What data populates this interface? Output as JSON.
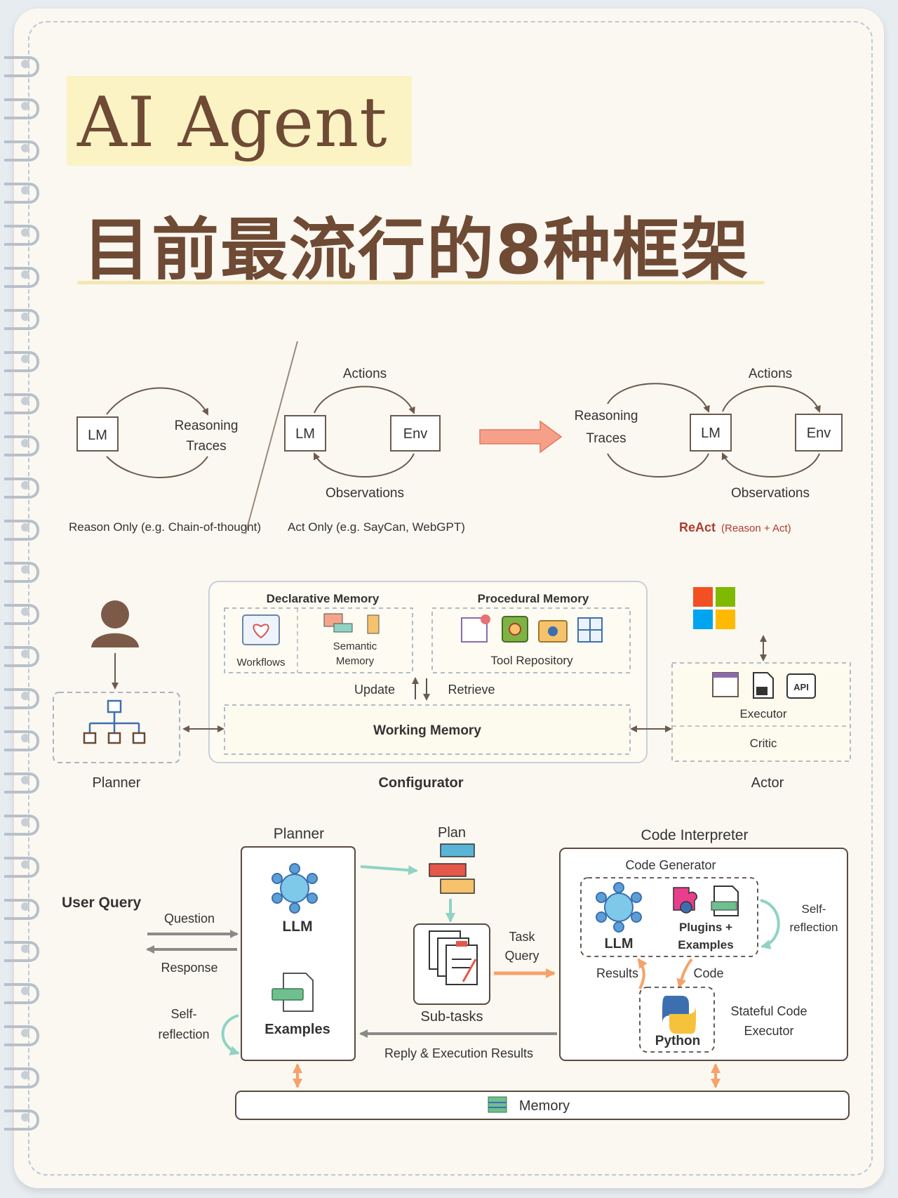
{
  "header": {
    "title": "AI Agent",
    "subtitle": "目前最流行的8种框架"
  },
  "react_section": {
    "reason_only": {
      "lm": "LM",
      "traces_line1": "Reasoning",
      "traces_line2": "Traces",
      "caption": "Reason Only (e.g. Chain-of-thought)"
    },
    "act_only": {
      "lm": "LM",
      "env": "Env",
      "actions": "Actions",
      "observations": "Observations",
      "caption": "Act Only (e.g. SayCan, WebGPT)"
    },
    "react": {
      "traces_line1": "Reasoning",
      "traces_line2": "Traces",
      "lm": "LM",
      "env": "Env",
      "actions": "Actions",
      "observations": "Observations",
      "caption_main": "ReAct",
      "caption_sub": "(Reason + Act)"
    }
  },
  "configurator_section": {
    "planner_label": "Planner",
    "configurator_label": "Configurator",
    "actor_label": "Actor",
    "declarative_memory": "Declarative Memory",
    "procedural_memory": "Procedural Memory",
    "workflows": "Workflows",
    "semantic_line1": "Semantic",
    "semantic_line2": "Memory",
    "tool_repository": "Tool Repository",
    "update": "Update",
    "retrieve": "Retrieve",
    "working_memory": "Working Memory",
    "executor": "Executor",
    "critic": "Critic",
    "api_badge": "API"
  },
  "code_interpreter_section": {
    "planner_title": "Planner",
    "llm": "LLM",
    "examples": "Examples",
    "user_query": "User Query",
    "question": "Question",
    "response": "Response",
    "self_reflection_left_1": "Self-",
    "self_reflection_left_2": "reflection",
    "plan": "Plan",
    "sub_tasks": "Sub-tasks",
    "task_query_1": "Task",
    "task_query_2": "Query",
    "reply_results": "Reply & Execution Results",
    "code_interpreter_title": "Code Interpreter",
    "code_generator": "Code Generator",
    "gen_llm": "LLM",
    "plugins_line1": "Plugins +",
    "plugins_line2": "Examples",
    "self_reflection_right_1": "Self-",
    "self_reflection_right_2": "reflection",
    "results": "Results",
    "code": "Code",
    "python": "Python",
    "stateful_line1": "Stateful Code",
    "stateful_line2": "Executor",
    "memory": "Memory"
  },
  "colors": {
    "title_brown": "#6f4a34",
    "react_red": "#b03a2e",
    "arrow_salmon": "#f5a48a",
    "teal_arrow": "#8fd3c4",
    "orange_arrow": "#f6a26b"
  }
}
